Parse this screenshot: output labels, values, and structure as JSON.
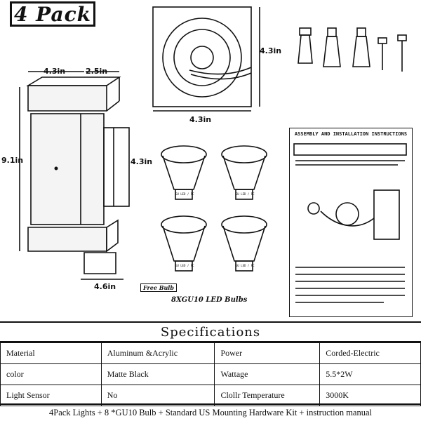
{
  "badge": "4 Pack",
  "dimensions": {
    "fixture_top_width": "4.3in",
    "fixture_top_depth": "2.5in",
    "fixture_height": "9.1in",
    "fixture_back_height": "4.3in",
    "fixture_base_depth": "4.6in",
    "plate_height": "4.3in",
    "plate_width": "4.3in"
  },
  "bulbs": {
    "caption": "8XGU10 LED Bulbs",
    "free_label": "Free Bulb",
    "bulb_text": "GU LED / FC"
  },
  "instructions": {
    "title": "ASSEMBLY AND INSTALLATION INSTRUCTIONS"
  },
  "specifications": {
    "title": "Specifications",
    "rows": [
      {
        "label1": "Material",
        "value1": "Aluminum &Acrylic",
        "label2": "Power",
        "value2": "Corded-Electric"
      },
      {
        "label1": "color",
        "value1": "Matte Black",
        "label2": "Wattage",
        "value2": "5.5*2W"
      },
      {
        "label1": "Light Sensor",
        "value1": "No",
        "label2": "Clollr Temperature",
        "value2": "3000K"
      }
    ]
  },
  "footer": "4Pack Lights + 8 *GU10 Bulb + Standard US Mounting Hardware Kit + instruction manual"
}
